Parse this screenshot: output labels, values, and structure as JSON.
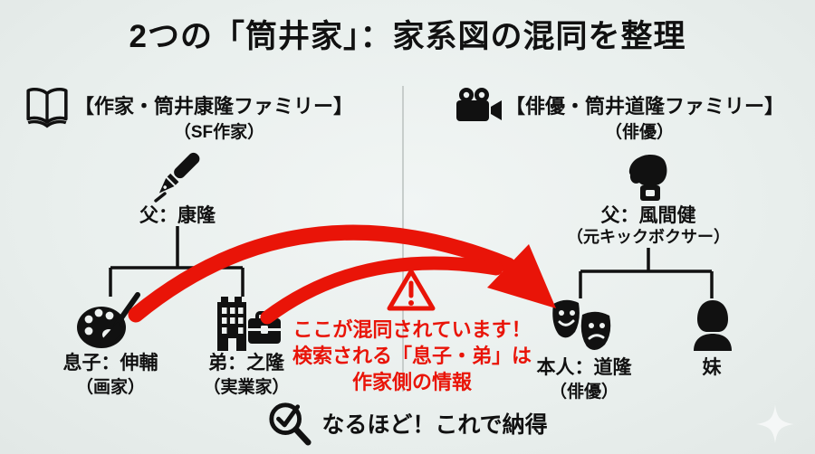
{
  "title": "2つの「筒井家」：家系図の混同を整理",
  "left_family": {
    "header": "【作家・筒井康隆ファミリー】",
    "subheader": "（SF作家）",
    "icon": "book-icon",
    "father": {
      "label": "父：康隆",
      "icon": "pen-icon"
    },
    "children": [
      {
        "label": "息子：伸輔",
        "sublabel": "（画家）",
        "icon": "palette-icon"
      },
      {
        "label": "弟：之隆",
        "sublabel": "（実業家）",
        "icon": "building-briefcase-icon"
      }
    ]
  },
  "right_family": {
    "header": "【俳優・筒井道隆ファミリー】",
    "subheader": "（俳優）",
    "icon": "video-camera-icon",
    "father": {
      "label": "父：風間健",
      "sublabel": "（元キックボクサー）",
      "icon": "boxing-glove-icon"
    },
    "children": [
      {
        "label": "本人：道隆",
        "sublabel": "（俳優）",
        "icon": "theater-masks-icon"
      },
      {
        "label": "妹",
        "sublabel": "",
        "icon": "female-person-icon"
      }
    ]
  },
  "warning": {
    "icon": "warning-triangle-icon",
    "lines": [
      "ここが混同されています！",
      "検索される「息子・弟」は",
      "作家側の情報"
    ]
  },
  "footer": {
    "icon": "check-magnifier-icon",
    "label": "なるほど！これで納得"
  },
  "colors": {
    "background": "#ecf1f0",
    "text": "#111111",
    "accent_red": "#e91408",
    "divider": "#c7cdcb"
  }
}
